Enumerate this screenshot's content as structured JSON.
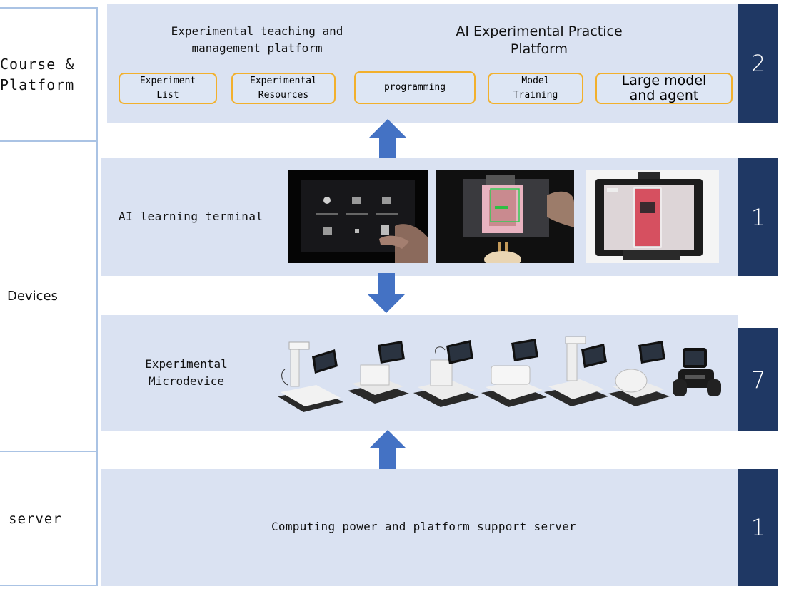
{
  "sidebar": {
    "course_platform": "Course &\nPlatform",
    "devices": "Devices",
    "server": "server"
  },
  "platform_band": {
    "teaching_title": "Experimental teaching and\nmanagement platform",
    "practice_title": "AI Experimental Practice\nPlatform",
    "count": "2",
    "pills": [
      {
        "label": "Experiment\nList"
      },
      {
        "label": "Experimental\nResources"
      },
      {
        "label": "programming"
      },
      {
        "label": "Model\nTraining"
      },
      {
        "label": "Large model\nand agent"
      }
    ]
  },
  "terminal_band": {
    "title": "AI learning terminal",
    "count": "1"
  },
  "microdevice_band": {
    "title": "Experimental\nMicrodevice",
    "count": "7"
  },
  "server_band": {
    "title": "Computing power and platform support server",
    "count": "1"
  },
  "colors": {
    "band_fill": "#dae2f2",
    "badge_fill": "#1f3864",
    "pill_border": "#f2b02c",
    "arrow_fill": "#4472c4",
    "divider": "#aac3e4"
  }
}
